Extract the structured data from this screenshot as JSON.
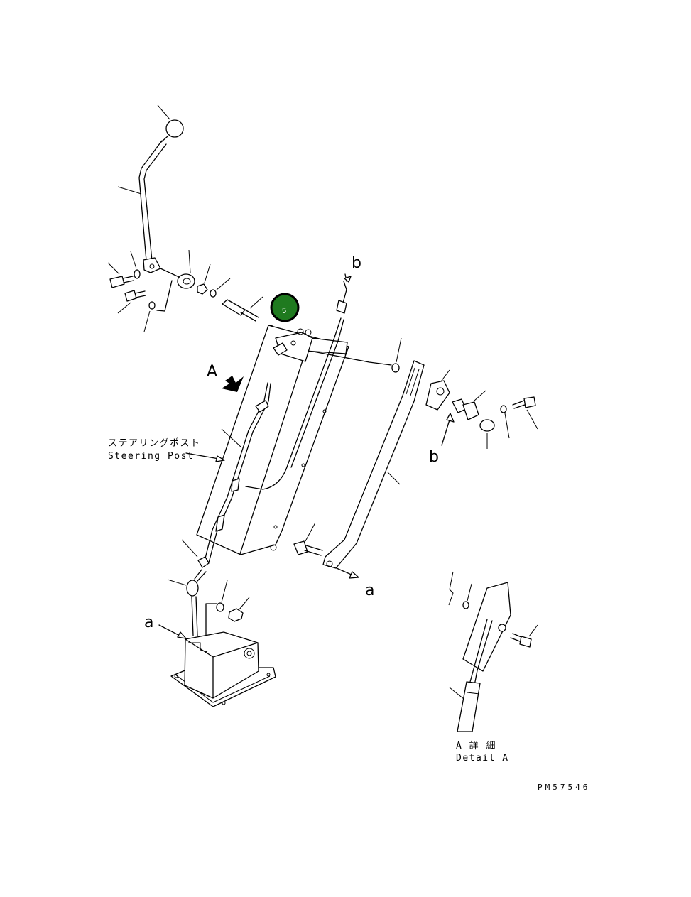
{
  "callout": {
    "number": "5",
    "color": "#1f7a1f",
    "ring": "#000000"
  },
  "letters": {
    "view_a": "A",
    "b_top": "b",
    "b_right": "b",
    "a_right": "a",
    "a_left": "a"
  },
  "labels": {
    "steering_post_jp": "ステアリングポスト",
    "steering_post_en": "Steering Post",
    "detail_jp": "A 詳 細",
    "detail_en": "Detail A"
  },
  "drawing_code": "PM57546"
}
